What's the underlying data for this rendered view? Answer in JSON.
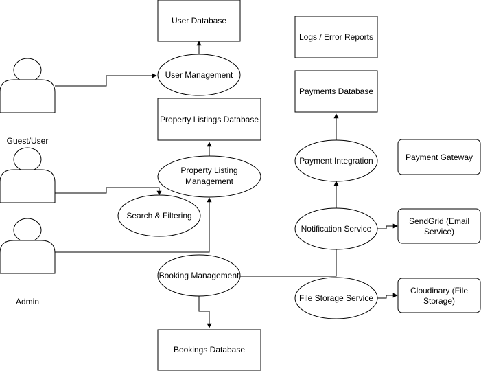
{
  "actors": {
    "actor_1": "",
    "actor_2": "Guest/User",
    "actor_3": "Admin"
  },
  "boxes": {
    "user_db": "User Database",
    "logs": "Logs / Error Reports",
    "payments_db": "Payments Database",
    "property_db": "Property Listings Database",
    "payment_gateway": "Payment Gateway",
    "sendgrid": [
      "SendGrid (Email",
      "Service)"
    ],
    "cloudinary": [
      "Cloudinary (File",
      "Storage)"
    ],
    "bookings_db": "Bookings Database"
  },
  "processes": {
    "user_mgmt": "User Management",
    "property_mgmt": [
      "Property Listing",
      "Management"
    ],
    "search": "Search & Filtering",
    "payment_int": "Payment Integration",
    "notification": "Notification Service",
    "file_storage": "File Storage Service",
    "booking_mgmt": "Booking Management"
  }
}
